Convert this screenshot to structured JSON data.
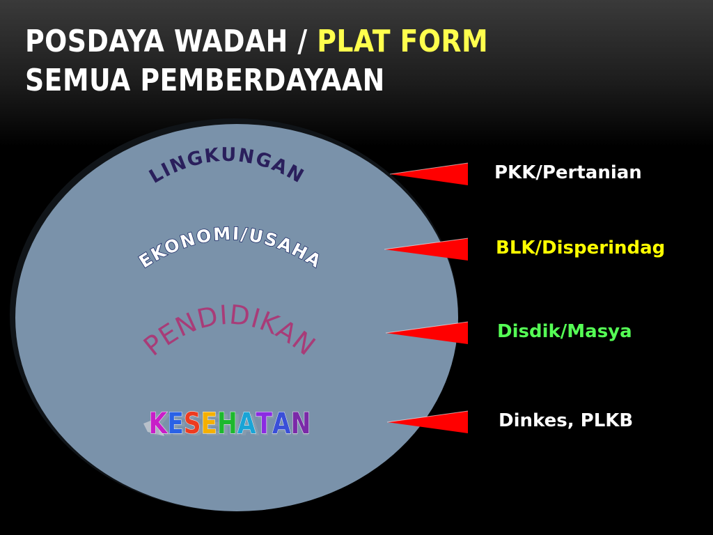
{
  "slide": {
    "title_line1_white": "POSDAYA WADAH / ",
    "title_line1_yellow": "PLAT FORM",
    "title_line2": "SEMUA PEMBERDAYAAN"
  },
  "circle": {
    "fill_color": "#7a92aa",
    "sectors": [
      {
        "text": "LINGKUNGAN",
        "color": "#2a1f5c"
      },
      {
        "text": "EKONOMI/USAHA",
        "color": "#ffffff",
        "outline": "#1b2a66"
      },
      {
        "text": "PENDIDIKAN",
        "color": "#a83c78"
      },
      {
        "text": "KESEHATAN",
        "letter_colors": [
          "#c81ec8",
          "#2a62e6",
          "#ee3b20",
          "#f5b000",
          "#1db82e",
          "#1aa4d6",
          "#8b2be2",
          "#3a4fd8",
          "#7b2aa8"
        ]
      }
    ]
  },
  "agencies": [
    {
      "label": "PKK/Pertanian",
      "color": "#ffffff"
    },
    {
      "label": "BLK/Disperindag",
      "color": "#ffff00"
    },
    {
      "label": "Disdik/Masya",
      "color": "#55ff55"
    },
    {
      "label": "Dinkes, PLKB",
      "color": "#ffffff"
    }
  ],
  "colors": {
    "arrow": "#ff0000",
    "background": "#000000",
    "title": "#ffffff",
    "title_highlight": "#ffff4d"
  }
}
